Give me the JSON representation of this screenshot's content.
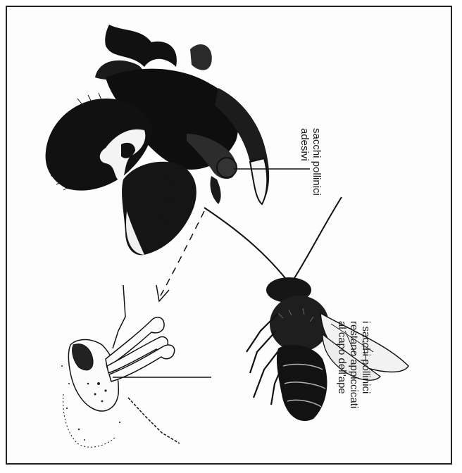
{
  "figure": {
    "labels": {
      "adhesive_sacs": [
        "sacchi pollinici",
        "adesivi"
      ],
      "sacs_stick_to_bee": [
        "i sacchi pollinici",
        "restano appiccicati",
        "al capo dell'ape"
      ]
    }
  },
  "colors": {
    "ink": "#111111",
    "paper": "#fdfdfd",
    "frame": "#222222"
  }
}
